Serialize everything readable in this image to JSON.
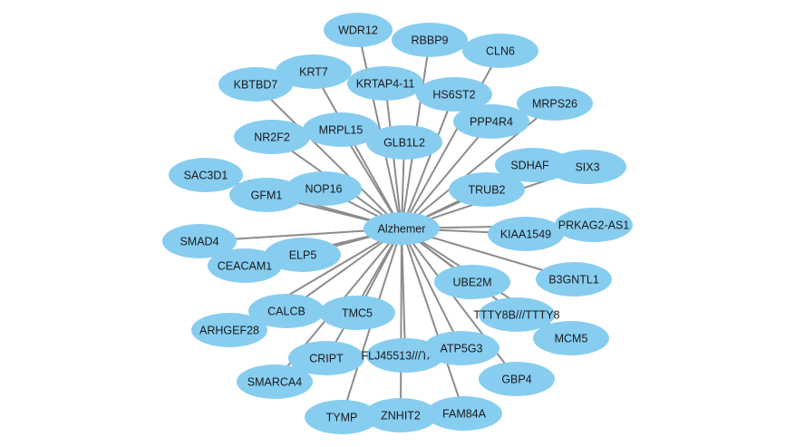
{
  "diagram": {
    "hub": "Alzhemer",
    "genes": [
      "WDR12",
      "RBBP9",
      "CLN6",
      "KRT7",
      "KBTBD7",
      "KRTAP4-11",
      "HS6ST2",
      "MRPS26",
      "PPP4R4",
      "NR2F2",
      "MRPL15",
      "GLB1L2",
      "SDHAF1",
      "SIX3",
      "SAC3D1",
      "GFM1",
      "NOP16",
      "TRUB2",
      "KIAA1549",
      "PRKAG2-AS1",
      "SMAD4",
      "CEACAM1",
      "ELP5",
      "UBE2M",
      "B3GNTL1",
      "CALCB",
      "TMC5",
      "TTTY8B///TTTY8",
      "ARHGEF28",
      "MCM5",
      "CRIPT",
      "FLJ45513///TAC4",
      "ATP5G3",
      "SMARCA4",
      "GBP4",
      "TYMP",
      "ZNHIT2",
      "FAM84A"
    ]
  },
  "colors": {
    "node_fill": "#87cdf0",
    "edge": "#8c8c8c",
    "label": "#1a1a1a"
  }
}
